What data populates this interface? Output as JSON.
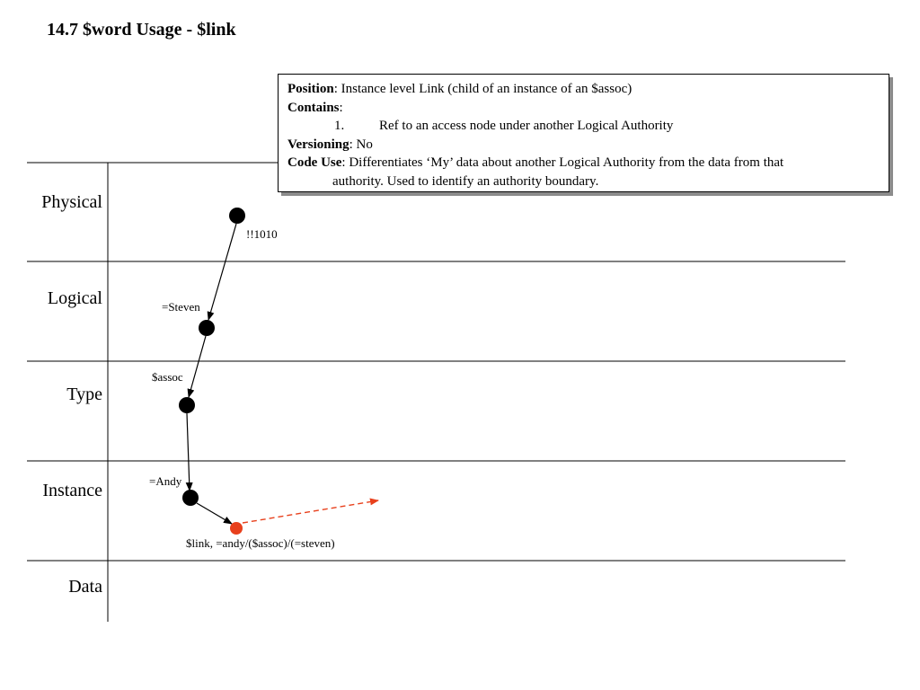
{
  "slide": {
    "title": "14.7 $word Usage - $link"
  },
  "lanes": [
    "Physical",
    "Logical",
    "Type",
    "Instance",
    "Data"
  ],
  "nodes": {
    "physical": "!!1010",
    "logical": "=Steven",
    "type": "$assoc",
    "instance": "=Andy",
    "link": "$link, =andy/($assoc)/(=steven)"
  },
  "info": {
    "position_label": "Position",
    "position_text": ": Instance level Link (child of an instance of an $assoc)",
    "contains_label": "Contains",
    "contains_text": ":",
    "contains_item_num": "1.",
    "contains_item_text": "Ref to an access node under another Logical Authority",
    "versioning_label": "Versioning",
    "versioning_text": ": No",
    "codeuse_label": "Code Use",
    "codeuse_text_1": ": Differentiates ‘My’ data about another Logical Authority from the data from that",
    "codeuse_text_2": "authority. Used to identify an authority boundary."
  },
  "colors": {
    "node": "#000000",
    "link_node": "#e8401c",
    "dashed_arrow": "#e8401c"
  }
}
